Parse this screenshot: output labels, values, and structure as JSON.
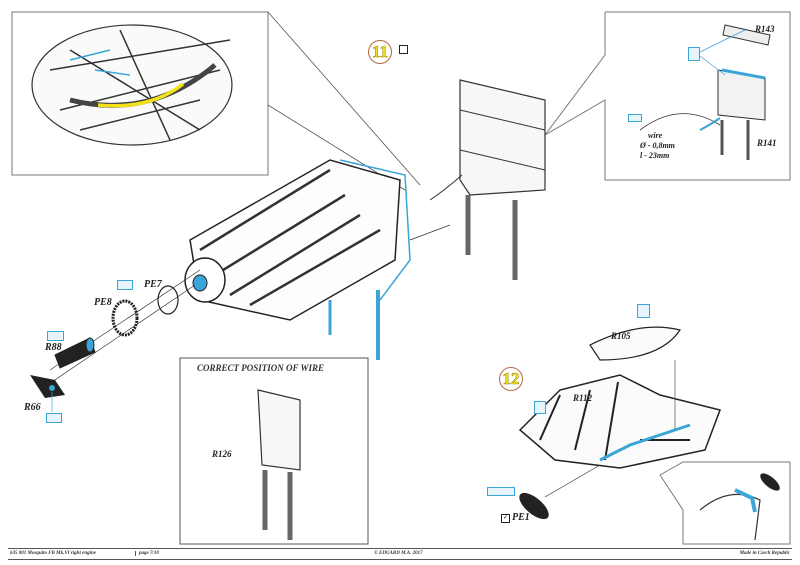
{
  "document": {
    "title": "Mosquito FB Mk.VI right engine",
    "colors": {
      "line_art": "#222222",
      "highlight_blue": "#3aa5d8",
      "highlight_yellow": "#f3e21a",
      "step_circle_border": "#b3683e"
    }
  },
  "steps": [
    {
      "number": "11",
      "icon": "page-reference-icon"
    },
    {
      "number": "12"
    }
  ],
  "inset_detail": {
    "name": "engine-bay-photo-detail",
    "highlight": "yellow-wire"
  },
  "callout_top_right": {
    "parts": [
      "R143",
      "R141"
    ],
    "wire": {
      "label": "wire",
      "diameter": "Ø - 0,8mm",
      "length": "l - 23mm"
    }
  },
  "step11_parts": [
    "PE7",
    "PE8",
    "R88",
    "R66"
  ],
  "correct_position_box": {
    "title": "CORRECT POSITION OF WIRE",
    "part": "R126"
  },
  "step12_parts": [
    "R105",
    "R112",
    "PE1"
  ],
  "footer": {
    "left": "635 001  Mosquito FB Mk.VI right engine",
    "page": "page 7/10",
    "center": "© EDUARD  M.A. 2017",
    "right": "Made in Czech Republic"
  }
}
